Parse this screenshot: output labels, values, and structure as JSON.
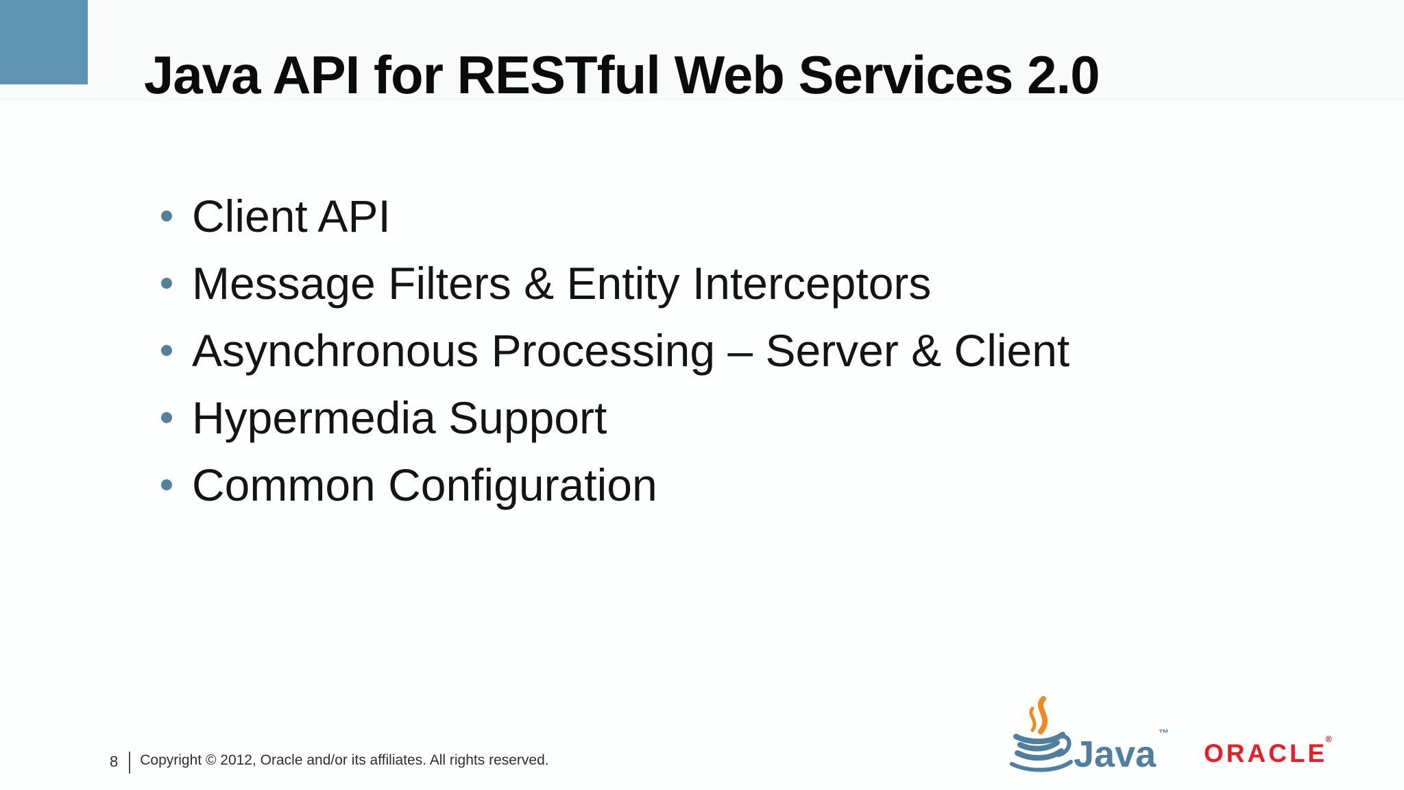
{
  "slide": {
    "page_number": "8",
    "title": "Java API for RESTful Web Services 2.0",
    "bullets": [
      "Client API",
      "Message Filters & Entity Interceptors",
      "Asynchronous Processing – Server & Client",
      "Hypermedia Support",
      "Common Configuration"
    ],
    "footer": {
      "copyright": "Copyright © 2012, Oracle and/or its affiliates. All rights reserved."
    },
    "logos": {
      "java": {
        "wordmark": "Java",
        "trademark": "™"
      },
      "oracle": {
        "wordmark": "ORACLE",
        "registered": "®"
      }
    }
  },
  "colors": {
    "background": "#fdfefe",
    "accent_square": "#5f94b0",
    "bullet_dot": "#54809d",
    "title_text": "#0b0b0b",
    "body_text": "#141414",
    "footer_text": "#2e2e2e",
    "java_blue": "#4f7f9f",
    "java_orange": "#f0891e",
    "oracle_red": "#ec1b24"
  }
}
